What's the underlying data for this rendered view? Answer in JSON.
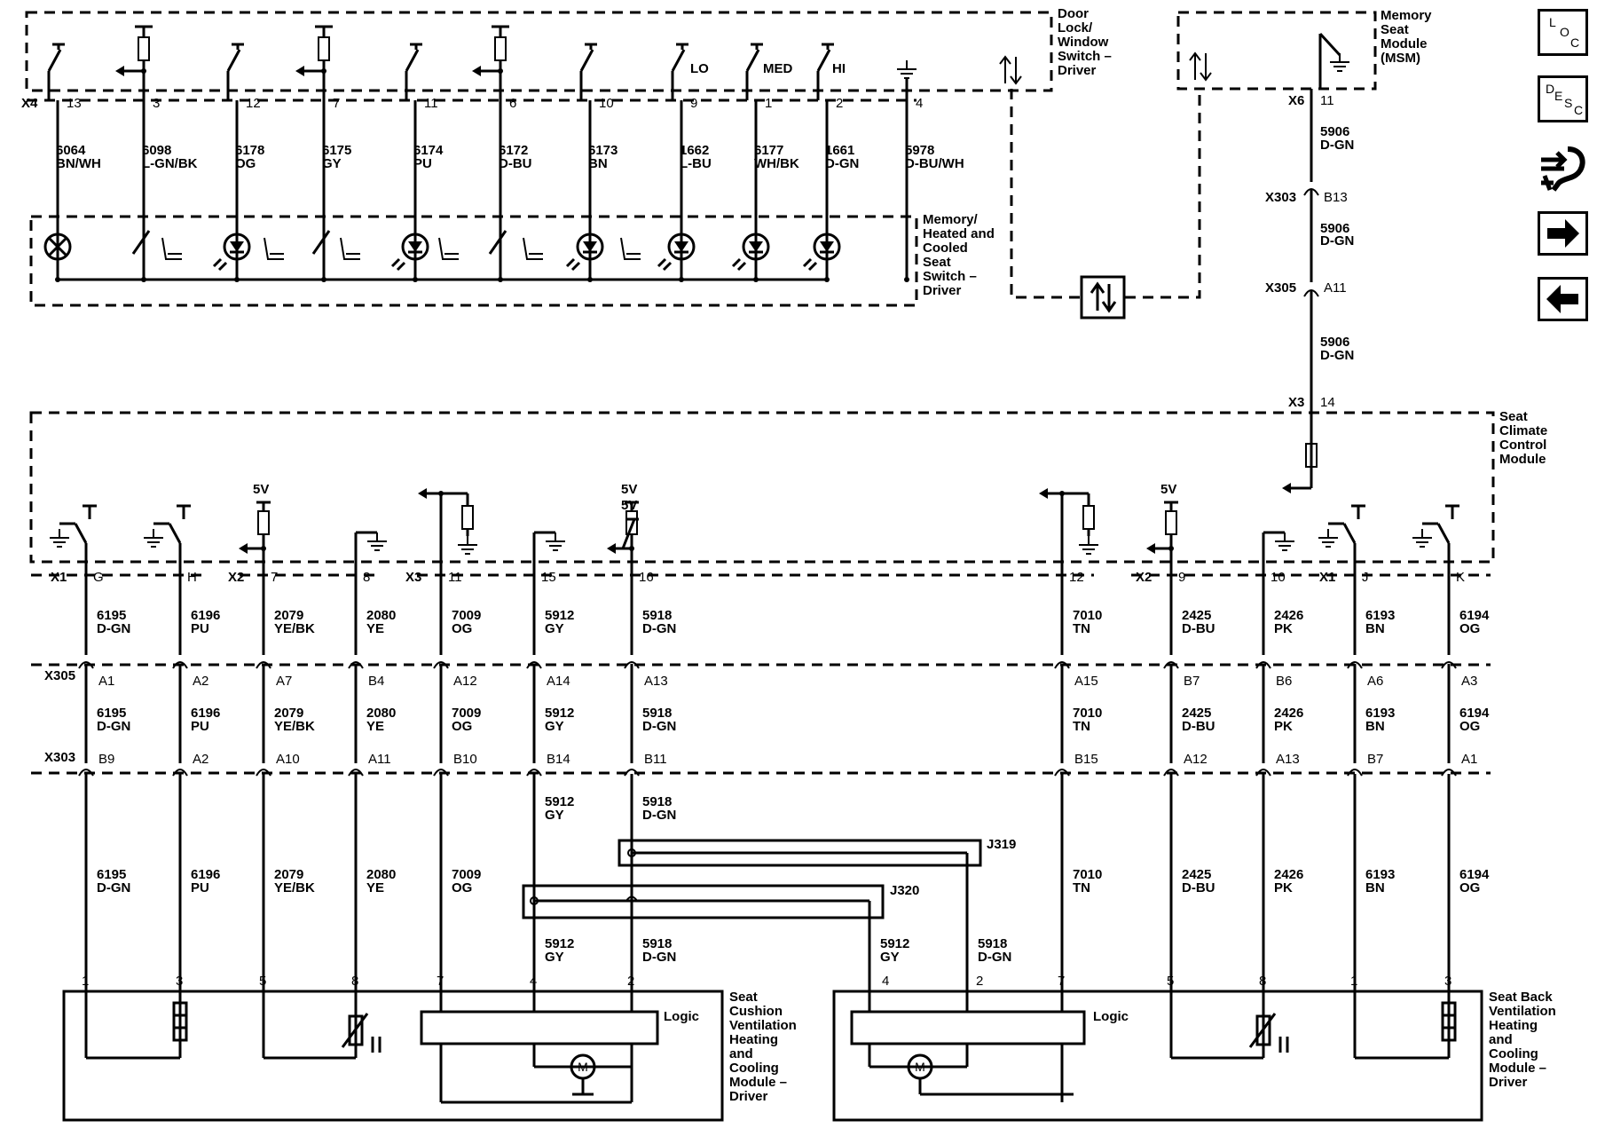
{
  "components": {
    "door_switch": [
      "Door",
      "Lock/",
      "Window",
      "Switch –",
      "Driver"
    ],
    "msm": [
      "Memory",
      "Seat",
      "Module",
      "(MSM)"
    ],
    "seat_switch": [
      "Memory/",
      "Heated and",
      "Cooled",
      "Seat",
      "Switch –",
      "Driver"
    ],
    "sccm": [
      "Seat",
      "Climate",
      "Control",
      "Module"
    ],
    "cushion_module": [
      "Seat",
      "Cushion",
      "Ventilation",
      "Heating",
      "and",
      "Cooling",
      "Module –",
      "Driver"
    ],
    "back_module": [
      "Seat Back",
      "Ventilation",
      "Heating",
      "and",
      "Cooling",
      "Module –",
      "Driver"
    ],
    "logic": "Logic",
    "motor": "M"
  },
  "nav": {
    "loc": [
      "L",
      "O",
      "C"
    ],
    "desc": [
      "D",
      "E",
      "S",
      "C"
    ]
  },
  "switch_speeds": [
    "LO",
    "MED",
    "HI"
  ],
  "voltages": [
    "5V",
    "5V",
    "5V"
  ],
  "door_switch_wires": [
    {
      "pin": "13",
      "circuit": "6064",
      "color": "BN/WH"
    },
    {
      "pin": "3",
      "circuit": "6098",
      "color": "L-GN/BK"
    },
    {
      "pin": "12",
      "circuit": "6178",
      "color": "OG"
    },
    {
      "pin": "7",
      "circuit": "6175",
      "color": "GY"
    },
    {
      "pin": "11",
      "circuit": "6174",
      "color": "PU"
    },
    {
      "pin": "6",
      "circuit": "6172",
      "color": "D-BU"
    },
    {
      "pin": "10",
      "circuit": "6173",
      "color": "BN"
    },
    {
      "pin": "9",
      "circuit": "1662",
      "color": "L-BU"
    },
    {
      "pin": "1",
      "circuit": "6177",
      "color": "WH/BK"
    },
    {
      "pin": "2",
      "circuit": "1661",
      "color": "D-GN"
    },
    {
      "pin": "4",
      "circuit": "5978",
      "color": "D-BU/WH"
    }
  ],
  "connectors": {
    "x4": "X4",
    "x6": "X6",
    "x6_pin": "11",
    "x303": "X303",
    "x305": "X305",
    "x3": "X3",
    "x3_pin": "14",
    "x1": "X1",
    "x2": "X2",
    "x303_b13": "B13",
    "x305_a11": "A11"
  },
  "msm_circuit": {
    "circuit": "5906",
    "color": "D-GN"
  },
  "sccm_wires": [
    {
      "conn": "X1",
      "pin": "G",
      "circuit": "6195",
      "color": "D-GN",
      "x305": "A1",
      "x303": "B9",
      "mod_pin": "1"
    },
    {
      "conn": "",
      "pin": "H",
      "circuit": "6196",
      "color": "PU",
      "x305": "A2",
      "x303": "A2",
      "mod_pin": "3"
    },
    {
      "conn": "X2",
      "pin": "7",
      "circuit": "2079",
      "color": "YE/BK",
      "x305": "A7",
      "x303": "A10",
      "mod_pin": "5"
    },
    {
      "conn": "",
      "pin": "8",
      "circuit": "2080",
      "color": "YE",
      "x305": "B4",
      "x303": "A11",
      "mod_pin": "8"
    },
    {
      "conn": "X3",
      "pin": "11",
      "circuit": "7009",
      "color": "OG",
      "x305": "A12",
      "x303": "B10",
      "mod_pin": "7"
    },
    {
      "conn": "",
      "pin": "15",
      "circuit": "5912",
      "color": "GY",
      "x305": "A14",
      "x303": "B14",
      "mod_pin": "4"
    },
    {
      "conn": "",
      "pin": "16",
      "circuit": "5918",
      "color": "D-GN",
      "x305": "A13",
      "x303": "B11",
      "mod_pin": "2"
    },
    {
      "conn": "",
      "pin": "12",
      "circuit": "7010",
      "color": "TN",
      "x305": "A15",
      "x303": "B15",
      "mod_pin": "7"
    },
    {
      "conn": "X2",
      "pin": "9",
      "circuit": "2425",
      "color": "D-BU",
      "x305": "B7",
      "x303": "A12",
      "mod_pin": "5"
    },
    {
      "conn": "",
      "pin": "10",
      "circuit": "2426",
      "color": "PK",
      "x305": "B6",
      "x303": "A13",
      "mod_pin": "8"
    },
    {
      "conn": "X1",
      "pin": "J",
      "circuit": "6193",
      "color": "BN",
      "x305": "A6",
      "x303": "B7",
      "mod_pin": "1"
    },
    {
      "conn": "",
      "pin": "K",
      "circuit": "6194",
      "color": "OG",
      "x305": "A3",
      "x303": "A1",
      "mod_pin": "3"
    }
  ],
  "splices": {
    "j319": "J319",
    "j320": "J320"
  },
  "splice_branches": [
    {
      "circuit": "5912",
      "color": "GY",
      "pin": "4"
    },
    {
      "circuit": "5918",
      "color": "D-GN",
      "pin": "2"
    }
  ]
}
